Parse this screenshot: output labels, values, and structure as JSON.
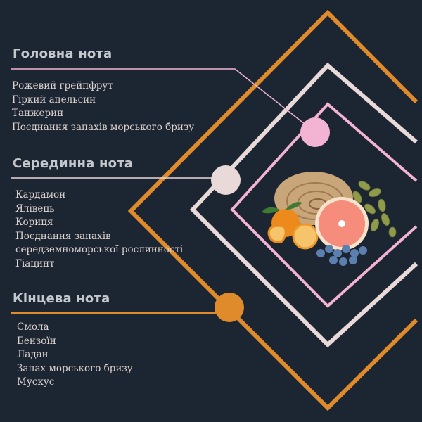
{
  "colors": {
    "background": "#1c2532",
    "top_accent": "#f3b3d3",
    "middle_accent": "#ead9d9",
    "base_accent": "#df8a2b",
    "heading_text": "#c4c8cd",
    "note_text": "#ddd3cf"
  },
  "sections": [
    {
      "heading": "Головна нота",
      "items": [
        "Рожевий грейпфрут",
        "Гіркий апельсин",
        "Танжерин",
        "Поєднання запахів морського бризу"
      ]
    },
    {
      "heading": "Серединна нота",
      "items": [
        "Кардамон",
        "Ялівець",
        "Кориця",
        "Поєднання запахів",
        "середземноморської рослинності",
        "Гіацинт"
      ]
    },
    {
      "heading": "Кінцева нота",
      "items": [
        "Смола",
        "Бензоїн",
        "Ладан",
        "Запах морського бризу",
        "Мускус"
      ]
    }
  ],
  "illustration": {
    "label": "fruit-and-spice-composition",
    "elements": [
      "wood-slice",
      "orange",
      "grapefruit-half",
      "cardamom-pods",
      "juniper-berries"
    ]
  }
}
